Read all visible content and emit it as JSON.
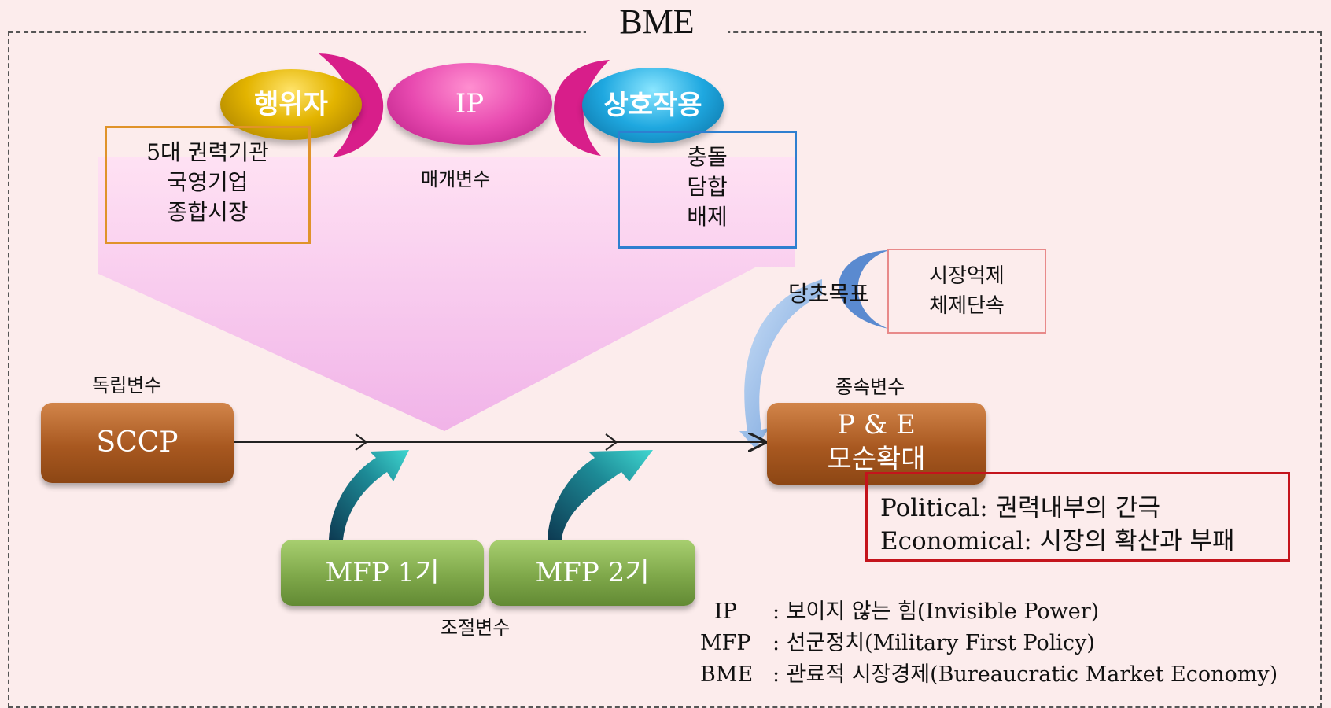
{
  "title": "BME",
  "actor": {
    "label": "행위자",
    "items": [
      "5대 권력기관",
      "국영기업",
      "종합시장"
    ]
  },
  "ip": {
    "label": "IP",
    "caption": "매개변수"
  },
  "interaction": {
    "label": "상호작용",
    "items": [
      "충돌",
      "담합",
      "배제"
    ]
  },
  "goal": {
    "label": "당초목표",
    "items": [
      "시장억제",
      "체제단속"
    ]
  },
  "independent": {
    "caption": "독립변수",
    "label": "SCCP"
  },
  "dependent": {
    "caption": "종속변수",
    "line1": "P & E",
    "line2": "모순확대"
  },
  "moderator": {
    "caption": "조절변수",
    "mfp1": "MFP 1기",
    "mfp2": "MFP 2기"
  },
  "pe_detail": [
    "Political: 권력내부의 간극",
    "Economical:  시장의 확산과 부패"
  ],
  "legend": [
    {
      "key": "IP",
      "text": ": 보이지 않는 힘(Invisible Power)"
    },
    {
      "key": "MFP",
      "text": ": 선군정치(Military First Policy)"
    },
    {
      "key": "BME",
      "text": ": 관료적 시장경제(Bureaucratic Market Economy)"
    }
  ],
  "colors": {
    "background": "#fcecec",
    "actor": "#e3b400",
    "ip": "#e84ab0",
    "interaction": "#1fa8e0",
    "brown": "#a85820",
    "green": "#7fa84a",
    "red_box": "#c4141c"
  }
}
